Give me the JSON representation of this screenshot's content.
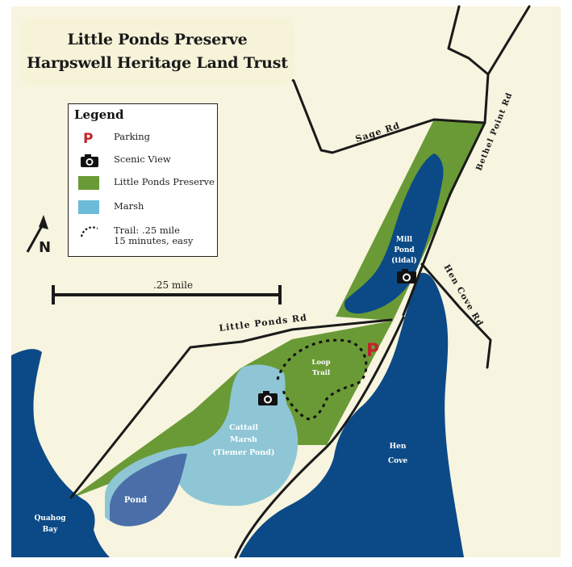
{
  "title": {
    "line1": "Little Ponds Preserve",
    "line2": "Harpswell Heritage Land Trust"
  },
  "legend": {
    "title": "Legend",
    "items": [
      {
        "symbol": "parking-icon",
        "label": "Parking"
      },
      {
        "symbol": "camera-icon",
        "label": "Scenic View"
      },
      {
        "symbol": "swatch",
        "label": "Little Ponds Preserve",
        "color": "#6a9a36"
      },
      {
        "symbol": "swatch",
        "label": "Marsh",
        "color": "#6cbbd9"
      },
      {
        "symbol": "trail-icon",
        "label": "Trail: .25 mile",
        "label2": "15 minutes, easy"
      }
    ]
  },
  "north_arrow": {
    "label": "N"
  },
  "scale_bar": {
    "label": ".25 mile"
  },
  "roads": {
    "sage": "Sage Rd",
    "bethel": "Bethel Point Rd",
    "hen_cove": "Hen Cove Rd",
    "little_ponds": "Little Ponds Rd"
  },
  "water_labels": {
    "mill_pond": [
      "Mill",
      "Pond",
      "(tidal)"
    ],
    "hen_cove": [
      "Hen",
      "Cove"
    ],
    "quahog_bay": [
      "Quahog",
      "Bay"
    ],
    "pond": "Pond"
  },
  "area_labels": {
    "cattail_marsh": [
      "Cattail",
      "Marsh",
      "(Tiemer Pond)"
    ],
    "loop_trail": [
      "Loop",
      "Trail"
    ]
  },
  "colors": {
    "background": "#ffffff",
    "land": "#f7f4df",
    "preserve": "#6a9a36",
    "marsh": "#8ec6d6",
    "water": "#0b4a86",
    "pond": "#4a6fa8",
    "road": "#1a1a1a",
    "parking": "#c0242b"
  }
}
